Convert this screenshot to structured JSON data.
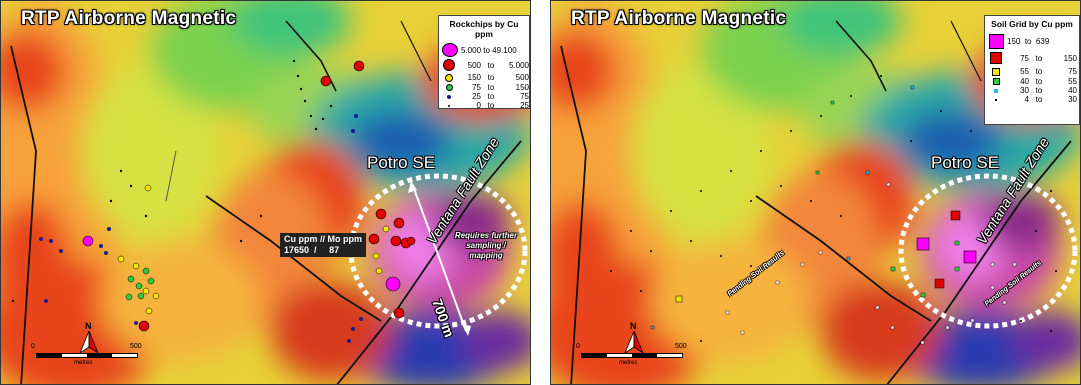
{
  "left_panel": {
    "title": "RTP Airborne Magnetic",
    "legend": {
      "title": "Rockchips by Cu ppm",
      "colors": [
        "#ff00ff",
        "#e00000",
        "#f5e400",
        "#2ecc40",
        "#1a1a8c",
        "#000000"
      ],
      "rows": [
        {
          "lo": "5.000",
          "to": "to",
          "hi": "49.100",
          "symbol": "circle",
          "color": "#ff00ff"
        },
        {
          "lo": "500",
          "to": "to",
          "hi": "5.000",
          "symbol": "circle",
          "color": "#e00000"
        },
        {
          "lo": "150",
          "to": "to",
          "hi": "500",
          "symbol": "circle",
          "color": "#f5e400"
        },
        {
          "lo": "75",
          "to": "to",
          "hi": "150",
          "symbol": "circle",
          "color": "#2ecc40"
        },
        {
          "lo": "25",
          "to": "to",
          "hi": "75",
          "symbol": "circle",
          "color": "#1a1a8c"
        },
        {
          "lo": "0",
          "to": "to",
          "hi": "25",
          "symbol": "circle",
          "color": "#000000"
        }
      ]
    },
    "target_label": "Potro SE",
    "fault_label": "Ventana Fault Zone",
    "note": [
      "Requires further",
      "sampling /",
      "mapping"
    ],
    "distance_label": "700 m",
    "assay": {
      "header": "Cu ppm // Mo ppm",
      "cu": "17650",
      "sep": "/",
      "mo": "87"
    },
    "scale": {
      "start": "0",
      "end": "500",
      "unit": "metres"
    },
    "north": "N"
  },
  "right_panel": {
    "title": "RTP Airborne Magnetic",
    "legend": {
      "title": "Soil Grid by Cu ppm",
      "rows": [
        {
          "lo": "150",
          "to": "to",
          "hi": "639",
          "symbol": "square",
          "color": "#ff00ff"
        },
        {
          "lo": "75",
          "to": "to",
          "hi": "150",
          "symbol": "square",
          "color": "#e00000"
        },
        {
          "lo": "55",
          "to": "to",
          "hi": "75",
          "symbol": "square",
          "color": "#f5e400"
        },
        {
          "lo": "40",
          "to": "to",
          "hi": "55",
          "symbol": "square",
          "color": "#2ecc40"
        },
        {
          "lo": "30",
          "to": "to",
          "hi": "40",
          "symbol": "square",
          "color": "#29b6f6"
        },
        {
          "lo": "4",
          "to": "to",
          "hi": "30",
          "symbol": "square",
          "color": "#000000"
        }
      ]
    },
    "target_label": "Potro SE",
    "fault_label": "Ventana Fault Zone",
    "pending_1": "Pending Soil Results",
    "pending_2": "Pending Soil Results",
    "scale": {
      "start": "0",
      "end": "500",
      "unit": "metres"
    },
    "north": "N"
  }
}
